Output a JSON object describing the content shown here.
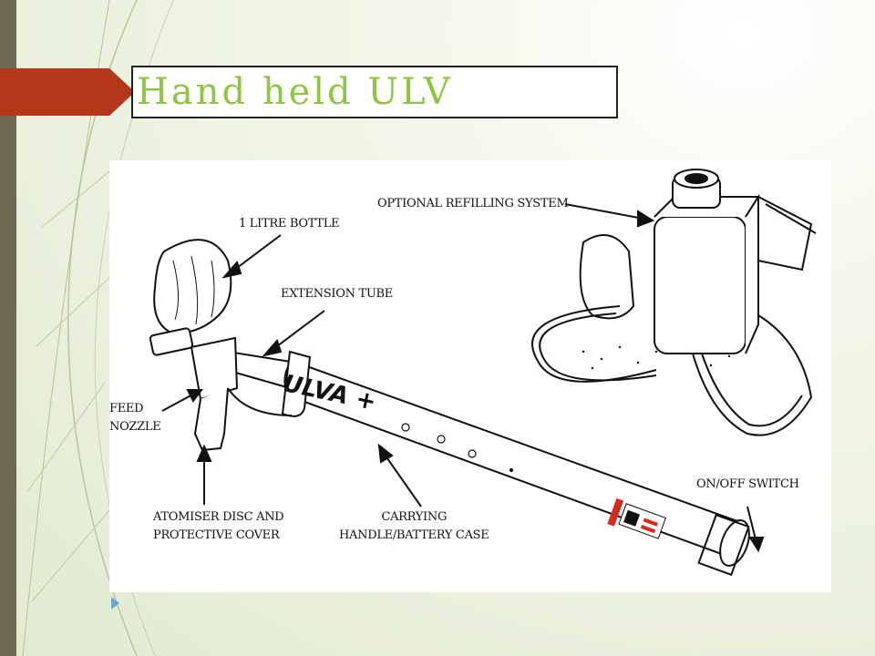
{
  "slide": {
    "title": "Hand held ULV"
  },
  "figure": {
    "labels": {
      "bottle": "1 LITRE BOTTLE",
      "extension_tube": "EXTENSION TUBE",
      "refilling": "OPTIONAL REFILLING SYSTEM",
      "feed_nozzle": "FEED\nNOZZLE",
      "atomiser": "ATOMISER DISC AND\nPROTECTIVE COVER",
      "carrying": "CARRYING\nHANDLE/BATTERY CASE",
      "switch": "ON/OFF SWITCH"
    },
    "brand": "ULVA +"
  },
  "colors": {
    "accent_green": "#8dc63f",
    "arrow_red": "#b5371a",
    "left_bar": "#6e6b52",
    "bullet_blue": "#6aa9d6"
  }
}
